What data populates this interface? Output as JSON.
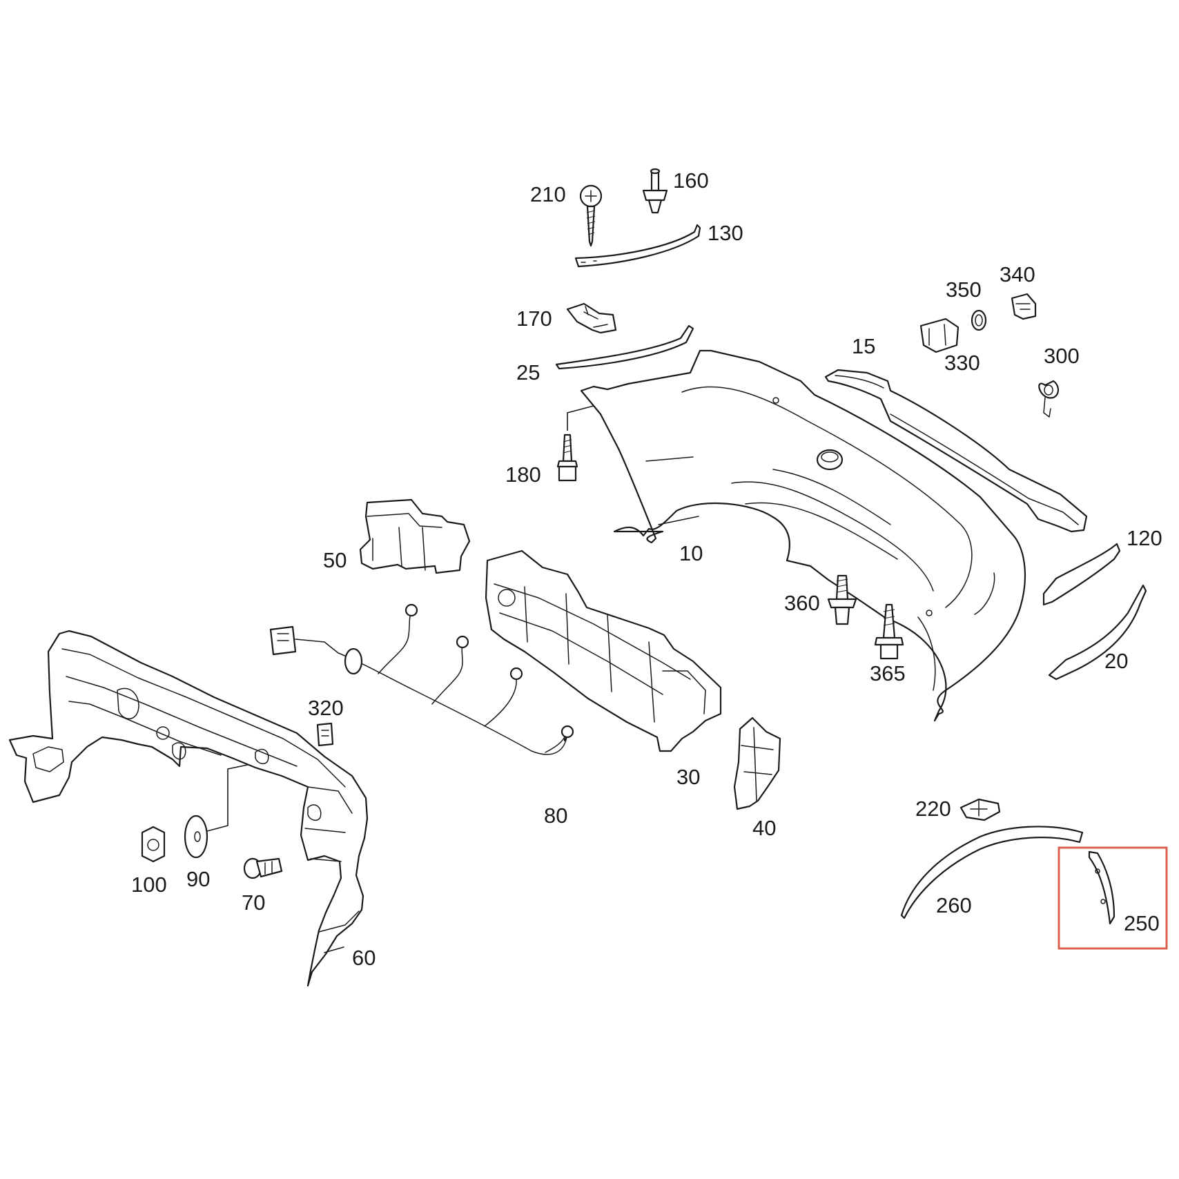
{
  "diagram": {
    "callouts": [
      "210",
      "160",
      "130",
      "170",
      "25",
      "15",
      "350",
      "340",
      "330",
      "300",
      "180",
      "10",
      "50",
      "120",
      "360",
      "365",
      "20",
      "30",
      "80",
      "320",
      "40",
      "220",
      "260",
      "250",
      "100",
      "90",
      "70",
      "60"
    ],
    "highlighted_callout": "250",
    "highlight_color": "#d9604e"
  }
}
